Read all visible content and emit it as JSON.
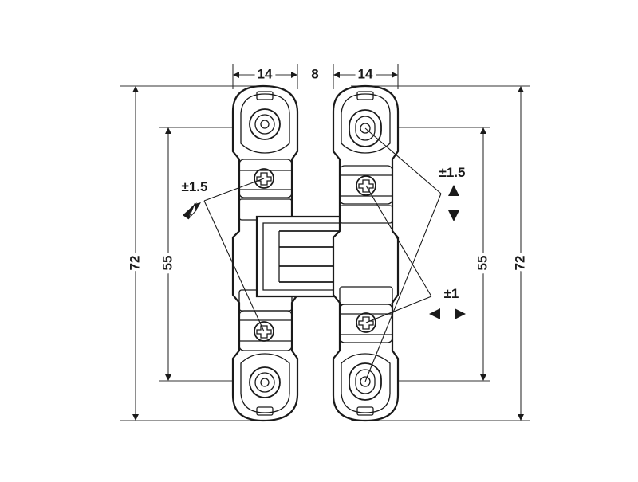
{
  "dimensions": {
    "leaf_width_left": "14",
    "leaf_gap": "8",
    "leaf_width_right": "14",
    "height_outer_left": "72",
    "height_inner_left": "55",
    "height_inner_right": "55",
    "height_outer_right": "72"
  },
  "adjustments": {
    "left_diagonal": "±1.5",
    "right_vertical": "±1.5",
    "right_horizontal": "±1"
  },
  "icons": {
    "left_adjust": "diamond-diagonal-arrow-icon",
    "right_vertical": "up-down-arrow-icon",
    "right_horizontal": "left-right-arrow-icon"
  }
}
